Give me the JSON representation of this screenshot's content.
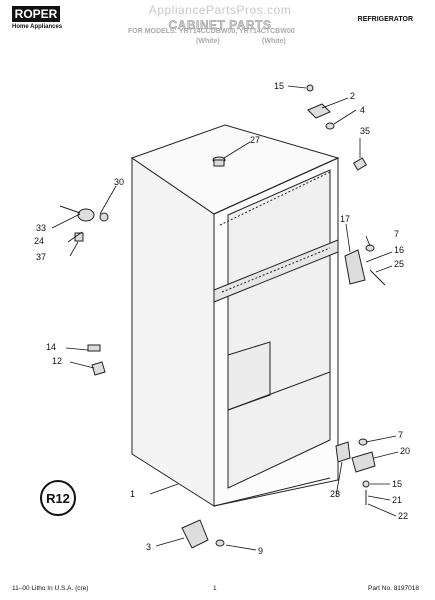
{
  "watermark": "AppliancePartsPros.com",
  "brand": {
    "logo": "ROPER",
    "subtitle": "Home Appliances"
  },
  "header": {
    "title": "CABINET PARTS",
    "models_line": "FOR MODELS: YRT14CCDBW00, YRT14CTCBW00",
    "finish_left": "(White)",
    "finish_right": "(White)",
    "category": "REFRIGERATOR"
  },
  "footer": {
    "left": "11–00 Litho In U.S.A. (cre)",
    "page": "1",
    "part_number": "Part No. 8197018"
  },
  "badge": "R12",
  "callouts": [
    "15",
    "2",
    "4",
    "35",
    "27",
    "30",
    "33",
    "24",
    "37",
    "17",
    "7",
    "16",
    "25",
    "14",
    "12",
    "7",
    "20",
    "15",
    "21",
    "22",
    "23",
    "1",
    "3",
    "9"
  ]
}
